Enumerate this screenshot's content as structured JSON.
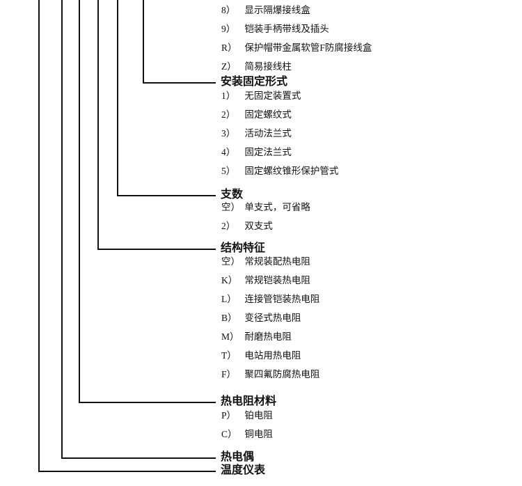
{
  "colors": {
    "background": "#ffffff",
    "text": "#111111",
    "line": "#111111"
  },
  "diagram": {
    "top_overflow_items": [
      {
        "code": "8）",
        "label": "显示隔爆接线盒"
      },
      {
        "code": "9）",
        "label": "铠装手柄带线及插头"
      },
      {
        "code": "R）",
        "label": "保护帽带金属软管F防腐接线盒"
      },
      {
        "code": "Z）",
        "label": "简易接线柱"
      }
    ],
    "sections": [
      {
        "title": "安装固定形式",
        "items": [
          {
            "code": "1）",
            "label": "无固定装置式"
          },
          {
            "code": "2）",
            "label": "固定螺纹式"
          },
          {
            "code": "3）",
            "label": "活动法兰式"
          },
          {
            "code": "4）",
            "label": "固定法兰式"
          },
          {
            "code": "5）",
            "label": "固定螺纹锥形保护管式"
          }
        ]
      },
      {
        "title": "支数",
        "items": [
          {
            "code": "空）",
            "label": "单支式，可省略"
          },
          {
            "code": "2）",
            "label": "双支式"
          }
        ]
      },
      {
        "title": "结构特征",
        "items": [
          {
            "code": "空）",
            "label": "常规装配热电阻"
          },
          {
            "code": "K）",
            "label": "常规铠装热电阻"
          },
          {
            "code": "L）",
            "label": "连接管铠装热电阻"
          },
          {
            "code": "B）",
            "label": "变径式热电阻"
          },
          {
            "code": "M）",
            "label": "耐磨热电阻"
          },
          {
            "code": "T）",
            "label": "电站用热电阻"
          },
          {
            "code": "F）",
            "label": "聚四氟防腐热电阻"
          }
        ]
      },
      {
        "title": "热电阻材料",
        "items": [
          {
            "code": "P）",
            "label": "铂电阻"
          },
          {
            "code": "C）",
            "label": "铜电阻"
          }
        ]
      },
      {
        "title": "热电偶",
        "items": []
      },
      {
        "title": "温度仪表",
        "items": []
      }
    ]
  }
}
